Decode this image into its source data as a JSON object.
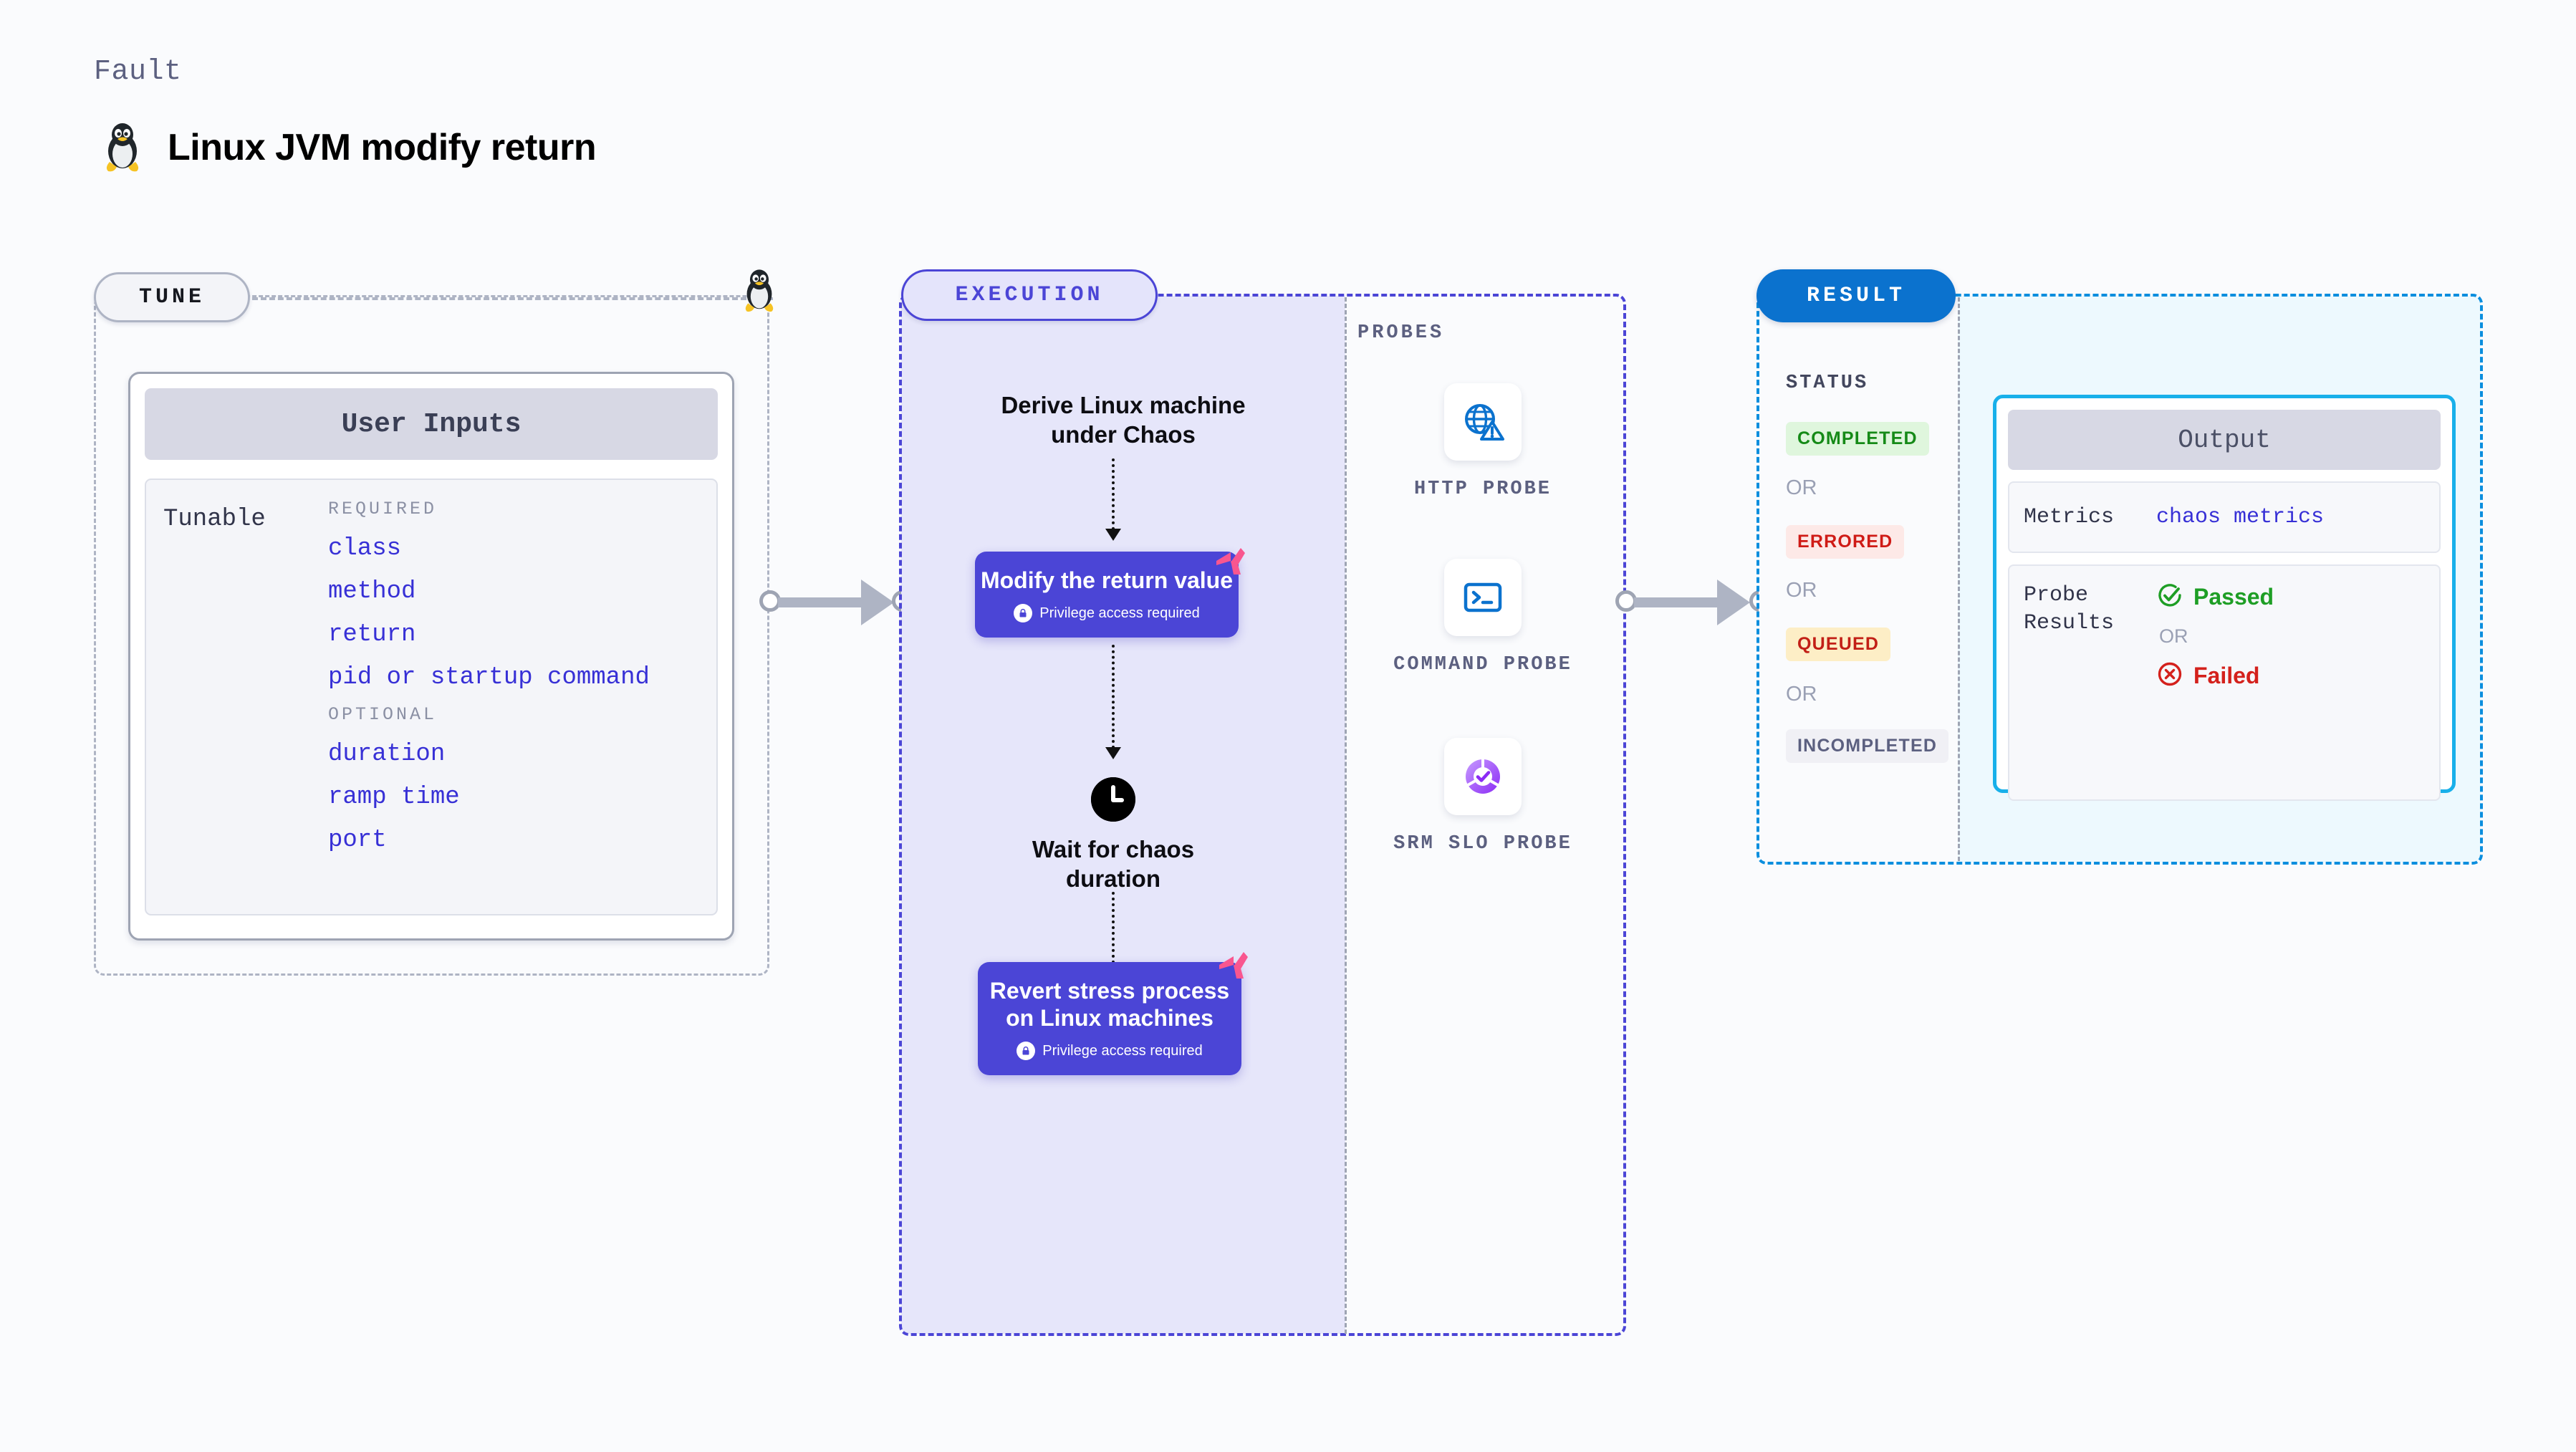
{
  "header": {
    "kicker": "Fault",
    "title": "Linux JVM modify return",
    "icon": "linux-penguin-icon"
  },
  "tune": {
    "pill_label": "TUNE",
    "card": {
      "header": "User Inputs",
      "row_label": "Tunable",
      "groups": [
        {
          "label": "REQUIRED",
          "params": [
            "class",
            "method",
            "return",
            "pid or startup command"
          ]
        },
        {
          "label": "OPTIONAL",
          "params": [
            "duration",
            "ramp time",
            "port"
          ]
        }
      ]
    }
  },
  "execution": {
    "pill_label": "EXECUTION",
    "steps": [
      {
        "type": "label",
        "text": "Derive Linux machine under Chaos"
      },
      {
        "type": "action",
        "title": "Modify the return value",
        "note": "Privilege access required",
        "badge": "harness-logo-icon"
      },
      {
        "type": "wait",
        "icon": "clock-icon",
        "text": "Wait for chaos duration"
      },
      {
        "type": "action",
        "title": "Revert stress process on Linux machines",
        "note": "Privilege access required",
        "badge": "harness-logo-icon"
      }
    ]
  },
  "probes": {
    "title": "PROBES",
    "items": [
      {
        "name": "HTTP PROBE",
        "icon": "globe-alert-icon"
      },
      {
        "name": "COMMAND PROBE",
        "icon": "terminal-icon"
      },
      {
        "name": "SRM SLO PROBE",
        "icon": "slo-donut-check-icon"
      }
    ]
  },
  "result": {
    "pill_label": "RESULT",
    "status_title": "STATUS",
    "or_label": "OR",
    "statuses": [
      {
        "label": "COMPLETED",
        "fg": "#158a17",
        "bg": "#dff6dd"
      },
      {
        "label": "ERRORED",
        "fg": "#cf1b16",
        "bg": "#fde9e7"
      },
      {
        "label": "QUEUED",
        "fg": "#c21f16",
        "bg": "#fdeec6"
      },
      {
        "label": "INCOMPLETED",
        "fg": "#5c6080",
        "bg": "#f0f0f5"
      }
    ],
    "output": {
      "header": "Output",
      "metrics_key": "Metrics",
      "metrics_value": "chaos metrics",
      "probe_key": "Probe Results",
      "passed_label": "Passed",
      "failed_label": "Failed",
      "or_label": "OR",
      "passed_icon": "check-circle-icon",
      "failed_icon": "x-circle-icon"
    }
  },
  "colors": {
    "page_bg": "#fafbfd",
    "accent_purple": "#4b45d6",
    "accent_blue": "#0b72ce",
    "accent_cyan": "#18b0ea",
    "gray_dash": "#aeb4c4",
    "pink_badge": "#f9568f",
    "green": "#158a17",
    "red": "#cf1b16"
  }
}
